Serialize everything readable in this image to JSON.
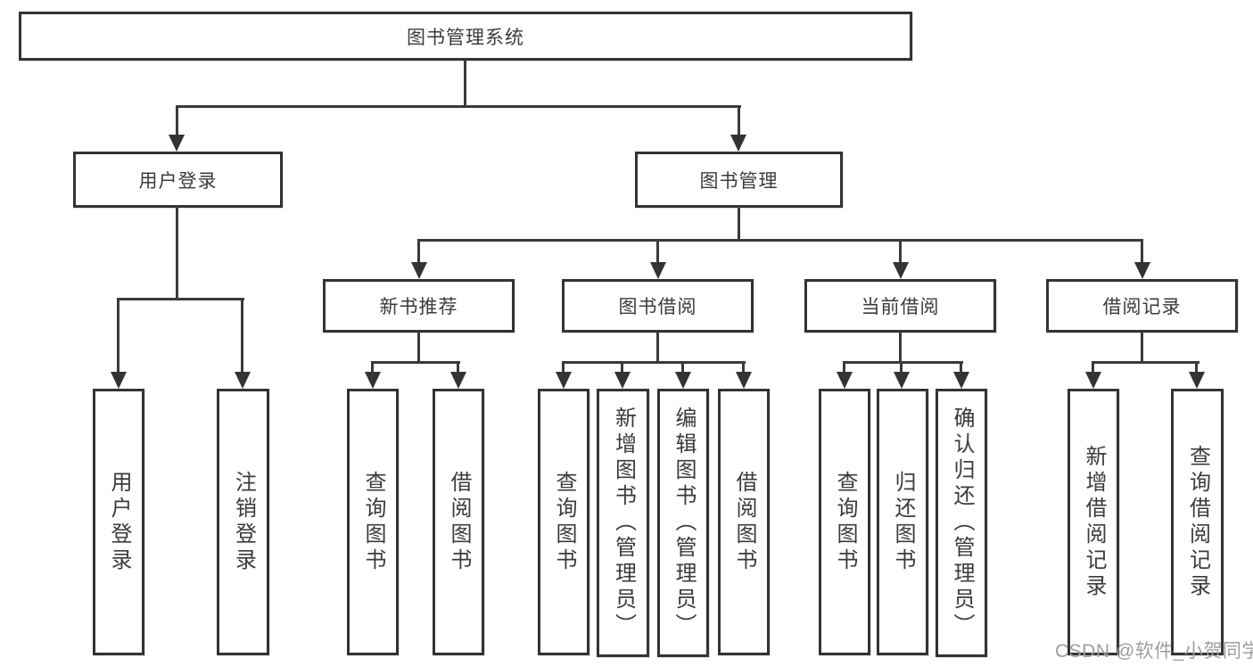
{
  "title": "图书管理系统",
  "tree": {
    "label": "图书管理系统",
    "children": [
      {
        "label": "用户登录",
        "children": [
          {
            "label": "用户登录"
          },
          {
            "label": "注销登录"
          }
        ]
      },
      {
        "label": "图书管理",
        "children": [
          {
            "label": "新书推荐",
            "children": [
              {
                "label": "查询图书"
              },
              {
                "label": "借阅图书"
              }
            ]
          },
          {
            "label": "图书借阅",
            "children": [
              {
                "label": "查询图书"
              },
              {
                "label": "新增图书（管理员）"
              },
              {
                "label": "编辑图书（管理员）"
              },
              {
                "label": "借阅图书"
              }
            ]
          },
          {
            "label": "当前借阅",
            "children": [
              {
                "label": "查询图书"
              },
              {
                "label": "归还图书"
              },
              {
                "label": "确认归还（管理员）"
              }
            ]
          },
          {
            "label": "借阅记录",
            "children": [
              {
                "label": "新增借阅记录"
              },
              {
                "label": "查询借阅记录"
              }
            ]
          }
        ]
      }
    ]
  },
  "watermark": {
    "text": "CSDN @软件_小贺同学"
  },
  "colors": {
    "line": "#333333",
    "text": "#3b3b3b",
    "watermark": "#9e9e9e",
    "background": "#ffffff"
  }
}
